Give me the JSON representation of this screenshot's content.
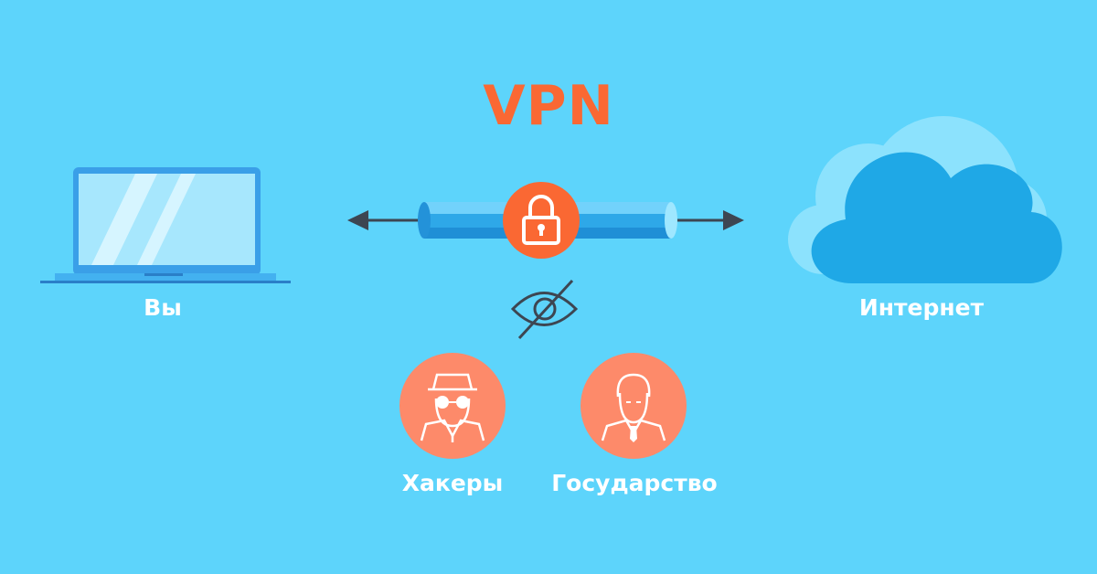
{
  "title": "VPN",
  "labels": {
    "you": "Вы",
    "internet": "Интернет",
    "hackers": "Хакеры",
    "state": "Государство"
  },
  "icons": {
    "device": "laptop-icon",
    "network": "cloud-icon",
    "security": "padlock-icon",
    "privacy": "crossed-eye-icon",
    "threat_1": "spy-icon",
    "threat_2": "official-icon"
  },
  "colors": {
    "background": "#5dd4fb",
    "accent": "#fa6833",
    "threat_circle": "#fd8a6a",
    "tunnel": "#2ea8e8",
    "cloud": "#1fa8e6",
    "text": "#ffffff"
  }
}
